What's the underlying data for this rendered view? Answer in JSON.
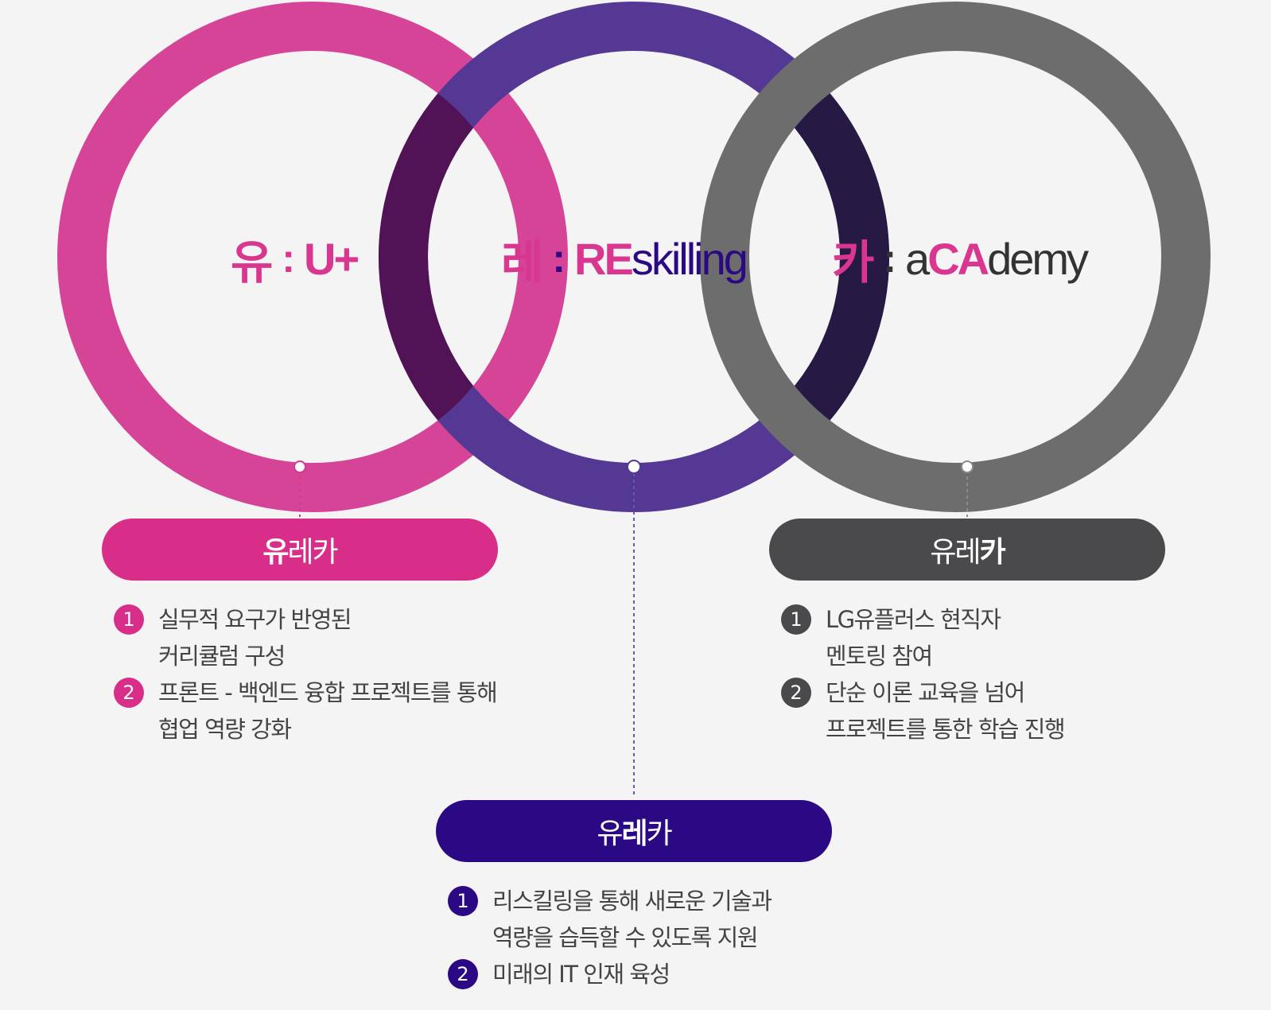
{
  "colors": {
    "pink": "#d8368f",
    "pink_ring": "#d54497",
    "purple_ring": "#553894",
    "purple_dark": "#2c0984",
    "gray_ring": "#6d6d6d",
    "gray_dark": "#4a4a4c",
    "overlap_left": "#521356",
    "overlap_right": "#261a44",
    "text": "#444444",
    "background": "#f4f4f4"
  },
  "headings": {
    "u": {
      "ko": "유",
      "colon": ":",
      "highlight": "U+",
      "rest": ""
    },
    "re": {
      "ko": "레",
      "colon": ":",
      "highlight": "RE",
      "rest": "skilling"
    },
    "ka": {
      "ko": "카",
      "colon": ":",
      "prefix": "a",
      "highlight": "CA",
      "rest": "demy"
    }
  },
  "cards": {
    "left": {
      "pill": {
        "part1": "유",
        "part2": "레카"
      },
      "items": [
        {
          "num": "1",
          "lines": [
            "실무적 요구가 반영된",
            "커리큘럼 구성"
          ]
        },
        {
          "num": "2",
          "lines": [
            "프론트 - 백엔드 융합 프로젝트를 통해",
            "협업 역량 강화"
          ]
        }
      ]
    },
    "center": {
      "pill": {
        "part1": "유",
        "part2": "레",
        "part3": "카"
      },
      "items": [
        {
          "num": "1",
          "lines": [
            "리스킬링을 통해 새로운 기술과",
            "역량을 습득할 수 있도록 지원"
          ]
        },
        {
          "num": "2",
          "lines": [
            "미래의 IT 인재 육성"
          ]
        }
      ]
    },
    "right": {
      "pill": {
        "part1": "유레",
        "part2": "카"
      },
      "items": [
        {
          "num": "1",
          "lines": [
            "LG유플러스 현직자",
            "멘토링 참여"
          ]
        },
        {
          "num": "2",
          "lines": [
            "단순 이론 교육을 넘어",
            "프로젝트를 통한 학습 진행"
          ]
        }
      ]
    }
  }
}
